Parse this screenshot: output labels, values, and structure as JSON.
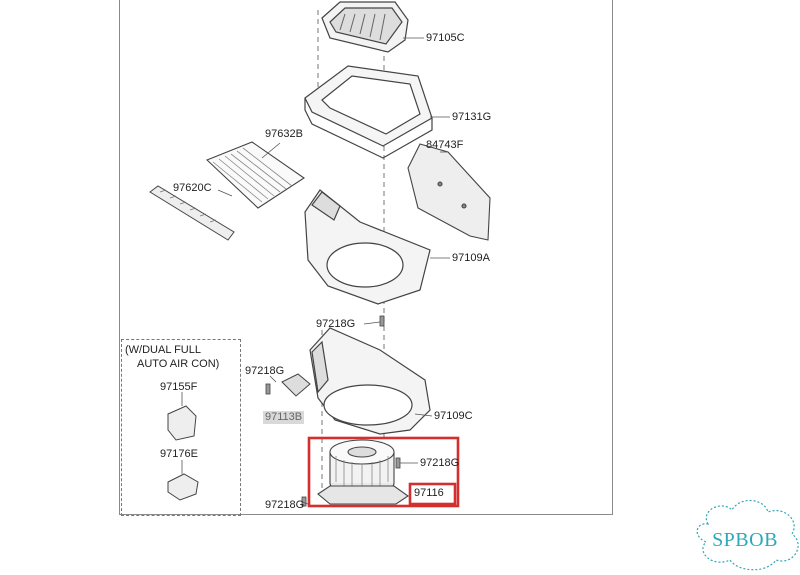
{
  "diagram": {
    "optional_group_title_line1": "(W/DUAL FULL",
    "optional_group_title_line2": "AUTO AIR CON)",
    "parts": [
      {
        "id": "97105C",
        "name": "part-97105c"
      },
      {
        "id": "97131G",
        "name": "part-97131g"
      },
      {
        "id": "97632B",
        "name": "part-97632b"
      },
      {
        "id": "84743F",
        "name": "part-84743f"
      },
      {
        "id": "97620C",
        "name": "part-97620c"
      },
      {
        "id": "97109A",
        "name": "part-97109a"
      },
      {
        "id": "97218G",
        "name": "part-97218g-top"
      },
      {
        "id": "97218G",
        "name": "part-97218g-left"
      },
      {
        "id": "97113B",
        "name": "part-97113b"
      },
      {
        "id": "97109C",
        "name": "part-97109c"
      },
      {
        "id": "97218G",
        "name": "part-97218g-right"
      },
      {
        "id": "97116",
        "name": "part-97116"
      },
      {
        "id": "97218G",
        "name": "part-97218g-bottom"
      },
      {
        "id": "97155F",
        "name": "part-97155f"
      },
      {
        "id": "97176E",
        "name": "part-97176e"
      }
    ],
    "highlight_color": "#d32f2f"
  },
  "watermark": {
    "text": "SPBOB",
    "color": "#2ea8b8"
  }
}
